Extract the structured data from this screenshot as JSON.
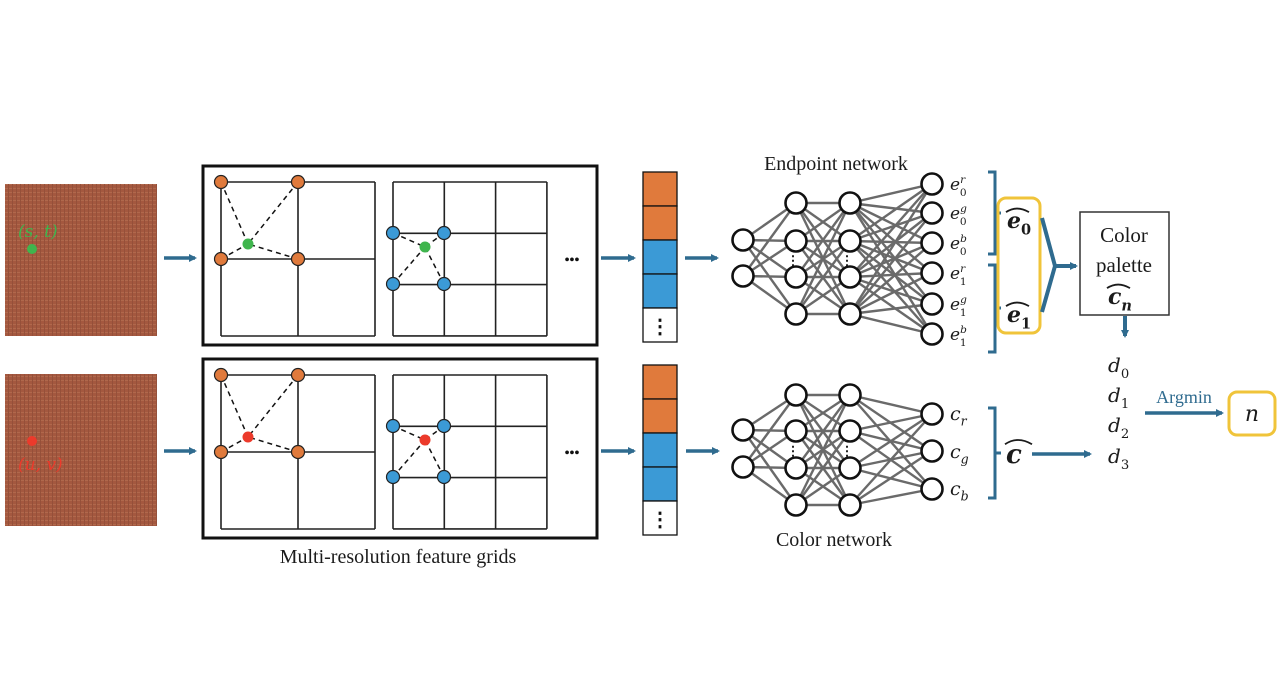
{
  "colors": {
    "arrow": "#2f6b8f",
    "orange": "#e07a3c",
    "blue": "#3b9ad6",
    "green": "#3fb54d",
    "red": "#ec3a2b",
    "texture": "#a4583f",
    "highlight": "#f0c43a",
    "edge": "#6a6a6a",
    "text": "#1b1b1b"
  },
  "inputs": [
    {
      "coord_label": "(s, t)",
      "point_color": "green"
    },
    {
      "coord_label": "(u, v)",
      "point_color": "red"
    }
  ],
  "feature_grids": {
    "caption": "Multi-resolution feature grids",
    "ellipsis": "•••",
    "coarse_vertex_color": "orange",
    "fine_vertex_color": "blue"
  },
  "feature_vector": {
    "segments": [
      "orange",
      "orange",
      "blue",
      "blue",
      "ellipsis"
    ],
    "ellipsis_glyph": "⋮"
  },
  "endpoint_network": {
    "title": "Endpoint network",
    "layers": [
      2,
      4,
      4,
      6
    ],
    "outputs": [
      {
        "base": "e",
        "sub": "0",
        "sup": "r"
      },
      {
        "base": "e",
        "sub": "0",
        "sup": "g"
      },
      {
        "base": "e",
        "sub": "0",
        "sup": "b"
      },
      {
        "base": "e",
        "sub": "1",
        "sup": "r"
      },
      {
        "base": "e",
        "sub": "1",
        "sup": "g"
      },
      {
        "base": "e",
        "sub": "1",
        "sup": "b"
      }
    ],
    "grouped": [
      {
        "base": "e",
        "sub": "0",
        "hat": true
      },
      {
        "base": "e",
        "sub": "1",
        "hat": true
      }
    ]
  },
  "color_network": {
    "title": "Color network",
    "layers": [
      2,
      4,
      4,
      3
    ],
    "outputs": [
      {
        "base": "c",
        "sub": "r"
      },
      {
        "base": "c",
        "sub": "g"
      },
      {
        "base": "c",
        "sub": "b"
      }
    ],
    "grouped": {
      "base": "c",
      "hat": true
    }
  },
  "palette_box": {
    "line1": "Color",
    "line2": "palette",
    "symbol": {
      "base": "c",
      "sub": "n",
      "hat": true
    }
  },
  "distances": [
    {
      "base": "d",
      "sub": "0"
    },
    {
      "base": "d",
      "sub": "1"
    },
    {
      "base": "d",
      "sub": "2"
    },
    {
      "base": "d",
      "sub": "3"
    }
  ],
  "argmin": {
    "label": "Argmin",
    "result": "n"
  },
  "hidden_ellipsis": "⋮"
}
